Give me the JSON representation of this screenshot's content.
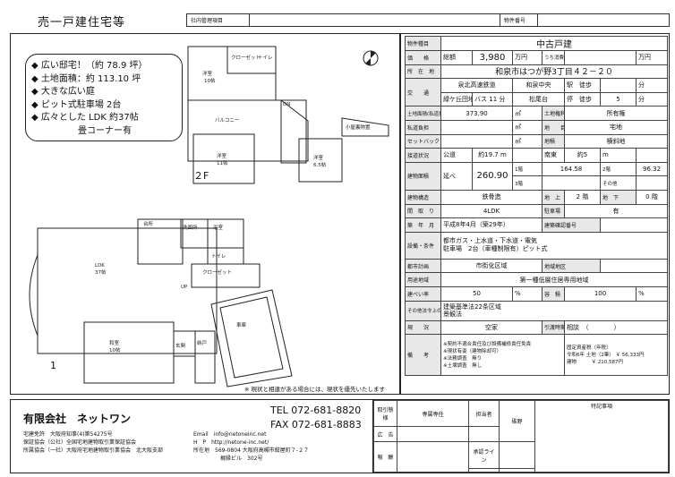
{
  "header": {
    "title": "売一戸建住宅等",
    "mgmt_label": "社内管理項目",
    "property_no_label": "物件番号"
  },
  "highlights": [
    "◆ 広い邸宅！（約 78.9 坪）",
    "◆ 土地面積：約 113.10 坪",
    "◆ 大きな広い庭",
    "◆ ピット式駐車場 2台",
    "◆ 広々とした LDK 約37帖",
    "畳コーナー有"
  ],
  "floorplan": {
    "floor2_label": "２F",
    "floor1_label": "1",
    "rooms2f": [
      "洋室 10帖",
      "クローゼット",
      "トイレ",
      "バルコニー",
      "DN",
      "洋室 11帖",
      "洋室 6.5帖",
      "小屋裏物置"
    ],
    "rooms1f": [
      "台所",
      "洗面所",
      "浴室",
      "トイレ",
      "LDK 37帖",
      "クローゼット",
      "UP",
      "和室 10帖",
      "玄関",
      "納戸",
      "車庫"
    ],
    "note": "※ 現状と相違がある場合には、現状を優先いたします"
  },
  "spec": {
    "property_type_label": "物件種目",
    "property_type": "中古戸建",
    "price_label": "価　　格",
    "price_prefix": "総額",
    "price": "3,980",
    "tax_label": "うち消費税",
    "unit_man": "万円",
    "location_label": "所　在　地",
    "location": "和泉市はつが野3丁目４２－２０",
    "transport_label": "交　　通",
    "transport1": [
      "泉北高速鉄道",
      "和泉中央",
      "駅　徒歩",
      "分"
    ],
    "transport2": [
      "緑ケ丘団地線",
      "バス",
      "11",
      "分",
      "松尾台",
      "停　徒歩",
      "5",
      "分"
    ],
    "land_area_label": "土地面積(私道負担含)",
    "land_area": "373.90",
    "sqm": "㎡",
    "land_right_label": "土地権利",
    "land_right": "所有権",
    "private_road_label": "私道負担",
    "land_cat_label": "地　　目",
    "land_cat": "宅地",
    "setback_label": "セットバック",
    "land_measure_label": "地積",
    "land_measure": "横斜地",
    "road_label": "接道状況",
    "road_public": "公道",
    "road_width": "約19.7",
    "road_m": "m",
    "road_dir": "南東",
    "road_frontage": "約5",
    "floor_area_label": "建物面積",
    "floor_total_label": "延べ",
    "floor_total": "260.90",
    "floor1_label": "1階",
    "floor1": "164.58",
    "floor2_label": "2階",
    "floor2": "96.32",
    "floor3_label": "3階",
    "other_label": "その他",
    "structure_label": "建物構造",
    "structure": "鉄骨造",
    "floors_above_label": "地　上",
    "floors_above": "2",
    "floors_below_label": "地　下",
    "floors_below": "0",
    "stories_unit": "階",
    "layout_label": "間　取　り",
    "layout": "4LDK",
    "parking_label": "駐車場",
    "parking": "有",
    "built_label": "築　年　月",
    "built": "平成8年4月（築29年）",
    "confirm_label": "建築確認番号",
    "facilities_label": "設備・条件",
    "facilities1": "都市ガス・上水道・下水道・電気",
    "facilities2": "駐車場　2台（車種制限有）ピット式",
    "city_plan_label": "都市計画",
    "city_plan": "市街化区域",
    "district_label": "地域地区",
    "zoning_label": "用途地域",
    "zoning": "第一種低層住居専用地域",
    "coverage_label": "建ぺい率",
    "coverage": "50",
    "far_label": "容　積　率",
    "far": "100",
    "pct": "%",
    "legal_label": "その他法令上の制限",
    "legal1": "建築基準法22条区域",
    "legal2": "景観法",
    "status_label": "現　　況",
    "status": "空家",
    "handover_label": "引渡時期",
    "handover": "相談　（　　　　）",
    "remarks_label": "備　　考",
    "remarks1": "※契約不適合責任及び設備補修責任免責",
    "remarks2": "※現状有姿（建物除却可）",
    "remarks3": "※法務調査　無り",
    "remarks4": "※土壌調査　無し",
    "tax1": "固定資産税（年税）",
    "tax2": "令和6年 土地（2筆） ￥ 56,333円",
    "tax3": "建物　　　￥ 210,587円"
  },
  "footer": {
    "company": "有限会社　ネットワン",
    "tel": "TEL 072-681-8820",
    "fax": "FAX 072-681-8883",
    "info": [
      "宅建免許　大阪府知事(4)第54275号",
      "保証協会（公社）全国宅地建物取引業保証協会",
      "所属協会（一社）大阪府宅地建物取引業協会　北大阪支部"
    ],
    "info2": [
      "Email　info@netoneinc.net",
      "H　P　http://netone-inc.net/",
      "所在地　569-0804 大阪府高槻市紺屋町７-２７",
      "　　　　　梶縁ビル　302号"
    ],
    "grid": {
      "agent_label": "取引態様",
      "agent_value": "専属専任",
      "staff_label": "担当者",
      "staff_value": "碓野",
      "approval_label": "承認ライン",
      "ad_label": "広　告",
      "remark_label": "特記事項",
      "fee_label": "報　酬"
    }
  }
}
